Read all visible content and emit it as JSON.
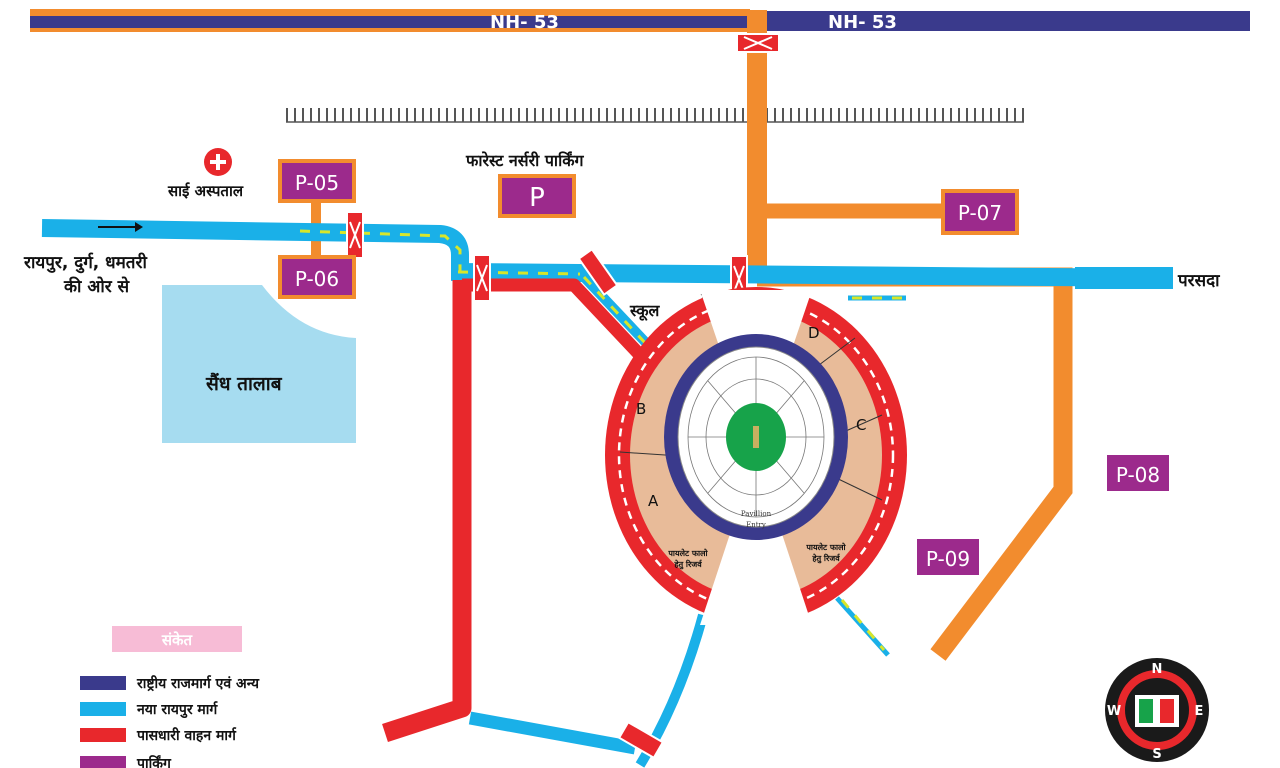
{
  "highway": {
    "label_left": "NH- 53",
    "label_right": "NH- 53"
  },
  "parking": {
    "p05": "P-05",
    "p06": "P-06",
    "p07": "P-07",
    "p08": "P-08",
    "p09": "P-09",
    "forest_symbol": "P",
    "forest_label": "फारेस्ट नर्सरी पार्किंग"
  },
  "places": {
    "hospital": "साई अस्पताल",
    "from_line1": "रायपुर, दुर्ग, धमतरी",
    "from_line2": "की ओर से",
    "lake": "सैंध तालाब",
    "school": "स्कूल",
    "parsada": "परसदा"
  },
  "stadium": {
    "block_a": "A",
    "block_b": "B",
    "block_c": "C",
    "block_d": "D",
    "pavilion_1": "Pavillion",
    "pavilion_2": "Entry",
    "pilot_left_1": "पायलेट फालो",
    "pilot_left_2": "हेतु रिजर्व",
    "pilot_right_1": "पायलेट फालो",
    "pilot_right_2": "हेतु रिजर्व"
  },
  "legend": {
    "title": "संकेत",
    "items": [
      {
        "label": "राष्ट्रीय राजमार्ग एवं अन्य",
        "color": "#3a3a8c"
      },
      {
        "label": "नया रायपुर मार्ग",
        "color": "#1ab0e8"
      },
      {
        "label": "पासधारी वाहन मार्ग",
        "color": "#e8282c"
      },
      {
        "label": "पार्किंग",
        "color": "#9c2a8c"
      }
    ]
  },
  "compass": {
    "n": "N",
    "s": "S",
    "e": "E",
    "w": "W"
  },
  "colors": {
    "highway": "#3a3a8c",
    "orange_road": "#f28c2e",
    "blue_road": "#1ab0e8",
    "red_road": "#e8282c",
    "parking_fill": "#9c2a8c",
    "lake": "#a6dcf0",
    "stand": "#e8bb99",
    "field": "#17a34a"
  }
}
